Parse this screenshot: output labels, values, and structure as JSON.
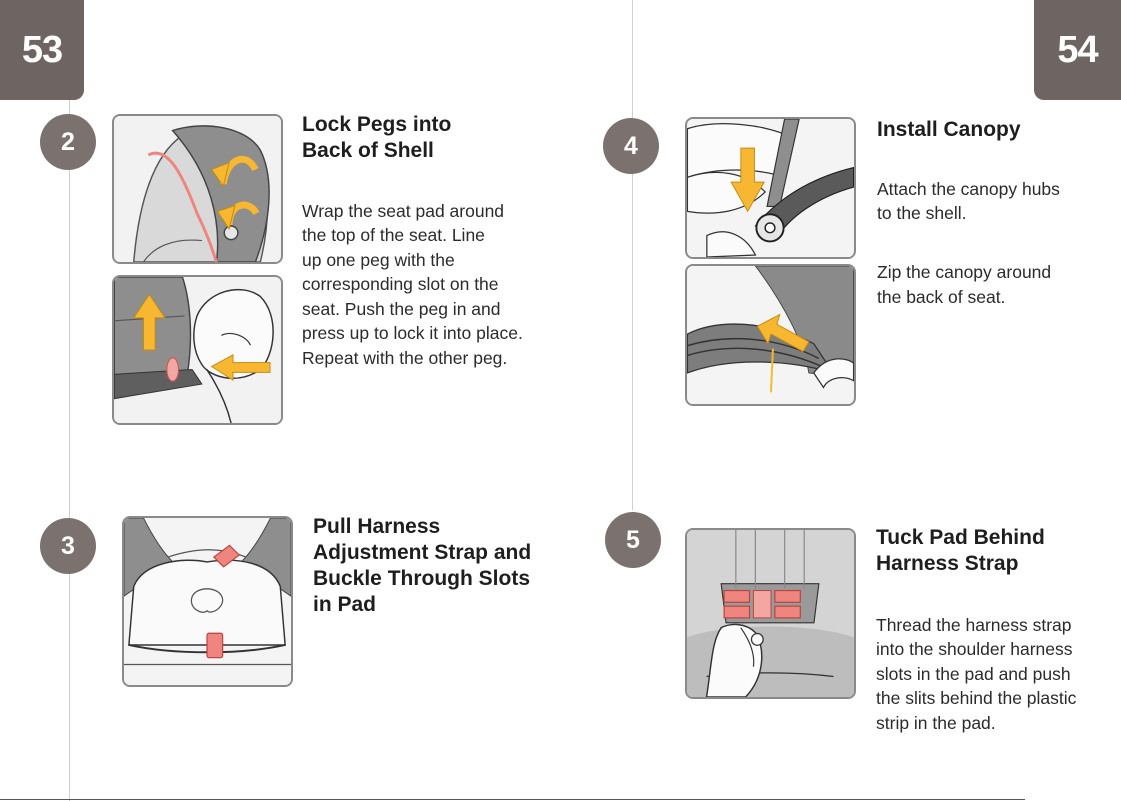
{
  "pages": {
    "left_number": "53",
    "right_number": "54"
  },
  "colors": {
    "tab": "#6e6461",
    "step_circle": "#7b716e",
    "arrow": "#f7b731",
    "highlight": "#f0857f"
  },
  "steps": [
    {
      "number": "2",
      "title": "Lock Pegs into\nBack of Shell",
      "paragraphs": [
        "Wrap the seat pad around\nthe top of the seat. Line\nup one peg with the\ncorresponding slot on the\nseat. Push the peg in and\npress up to lock it into place.\nRepeat with the other peg."
      ]
    },
    {
      "number": "3",
      "title": "Pull Harness\nAdjustment Strap and\nBuckle Through Slots\nin Pad",
      "paragraphs": []
    },
    {
      "number": "4",
      "title": "Install Canopy",
      "paragraphs": [
        "Attach the canopy hubs\nto the shell.",
        "Zip the canopy around\nthe back of seat."
      ]
    },
    {
      "number": "5",
      "title": "Tuck Pad Behind\nHarness Strap",
      "paragraphs": [
        "Thread the harness strap\ninto the shoulder harness\nslots in the pad and push\nthe slits behind the plastic\nstrip in the pad."
      ]
    }
  ]
}
